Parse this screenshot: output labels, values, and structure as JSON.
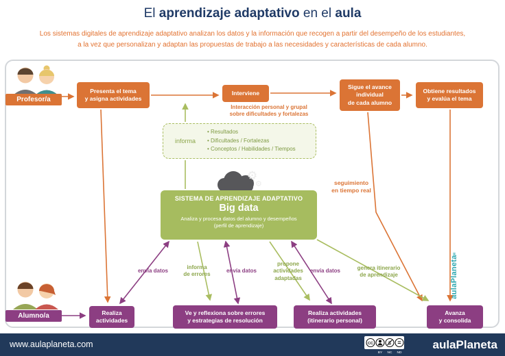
{
  "header": {
    "title": {
      "pre": "El ",
      "bold1": "aprendizaje adaptativo",
      "mid": " en el ",
      "bold2": "aula"
    },
    "subtitle_line1": "Los sistemas digitales de aprendizaje adaptativo analizan los datos y la información que recogen a partir del desempeño de los estudiantes,",
    "subtitle_line2": "a la vez que personalizan y adaptan las propuestas de trabajo a las necesidades y características de cada alumno."
  },
  "teacher": {
    "role": "Profesor/a",
    "step1": "Presenta el tema\ny asigna actividades",
    "step2": "Interviene",
    "step2_note": "Interacción personal y grupal\nsobre dificultades y fortalezas",
    "step3": "Sigue el avance\nindividual\nde cada alumno",
    "step4": "Obtiene resultados\ny evalúa el tema"
  },
  "informa": {
    "label": "informa",
    "items": [
      "• Resultados",
      "• Dificultades / Fortalezas",
      "• Conceptos / Habilidades / Tiempos"
    ]
  },
  "system": {
    "title": "SISTEMA DE APRENDIZAJE ADAPTATIVO",
    "big": "Big data",
    "desc1": "Analiza y procesa datos del alumno y desempeños",
    "desc2": "(perfil de aprendizaje)"
  },
  "flow_labels": {
    "seguimiento": "seguimiento\nen tiempo real",
    "envia1": "envía datos",
    "informa_errores": "informa\nde errores",
    "envia2": "envía datos",
    "propone": "propone\nactividades\nadaptadas",
    "envia3": "envía datos",
    "genera": "genera itinerario\nde aprendizaje"
  },
  "student": {
    "role": "Alumno/a",
    "step1": "Realiza\nactividades",
    "step2": "Ve y reflexiona sobre errores\ny estrategias de resolución",
    "step3": "Realiza actividades\n(itinerario personal)",
    "step4": "Avanza\ny consolida"
  },
  "brand_vertical": "aulaPlaneta",
  "brand_vertical_reg": "®",
  "footer": {
    "website": "www.aulaplaneta.com",
    "brand": "aulaPlaneta",
    "cc": [
      "BY",
      "NC",
      "ND"
    ]
  },
  "colors": {
    "teacher_orange": "#DB7435",
    "student_purple": "#8C3E82",
    "system_green": "#A6BC5F",
    "informa_bg": "#F4F7E9",
    "informa_border": "#A9BD60",
    "title_navy": "#1F3A66",
    "subtitle_orange": "#E2712F",
    "footer_navy": "#21395A",
    "brand_teal": "#2BA7B0",
    "cloud_gray": "#57575A"
  }
}
